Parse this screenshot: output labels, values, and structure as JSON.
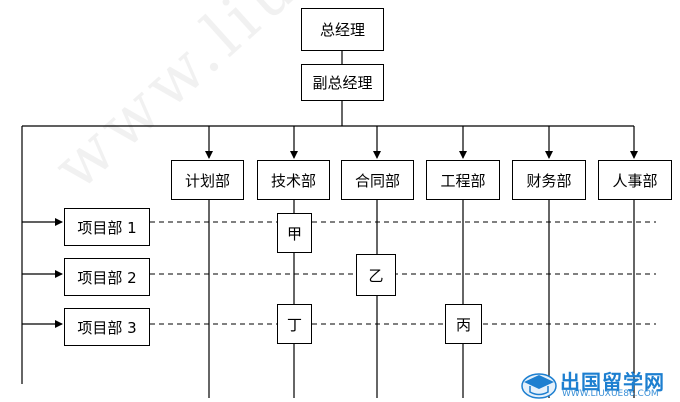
{
  "chart": {
    "ceo": "总经理",
    "vice": "副总经理",
    "departments": [
      "计划部",
      "技术部",
      "合同部",
      "工程部",
      "财务部",
      "人事部"
    ],
    "projects": [
      "项目部 1",
      "项目部 2",
      "项目部 3"
    ],
    "cells": [
      "甲",
      "乙",
      "丁",
      "丙"
    ]
  },
  "watermark": {
    "text": "www.liuxue86.com",
    "brand_title": "出国留学网",
    "brand_url": "WWW.LIUXUE86.COM"
  },
  "colors": {
    "line": "#000000",
    "brand": "#1d7fd0"
  }
}
